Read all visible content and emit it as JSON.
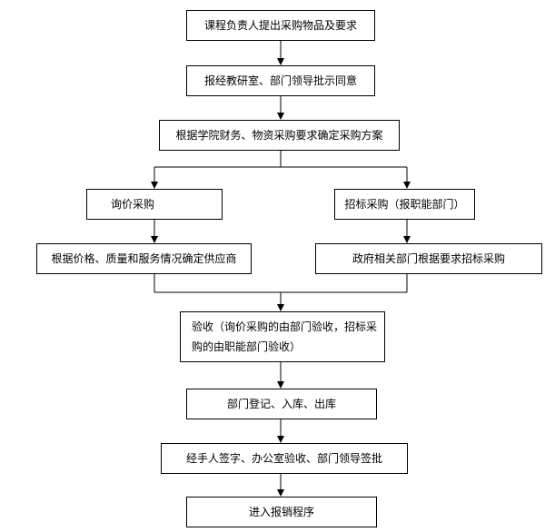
{
  "flowchart": {
    "steps": [
      {
        "label": "课程负责人提出采购物品及要求"
      },
      {
        "label": "报经教研室、部门领导批示同意"
      },
      {
        "label": "根据学院财务、物资采购要求确定采购方案"
      },
      {
        "label": "询价采购"
      },
      {
        "label": "招标采购（报职能部门）"
      },
      {
        "label": "根据价格、质量和服务情况确定供应商"
      },
      {
        "label": "政府相关部门根据要求招标采购"
      },
      {
        "label": "验收（询价采购的由部门验收，招标采购的由职能部门验收）"
      },
      {
        "label": "部门登记、入库、出库"
      },
      {
        "label": "经手人签字、办公室验收、部门领导签批"
      },
      {
        "label": "进入报销程序"
      }
    ]
  }
}
